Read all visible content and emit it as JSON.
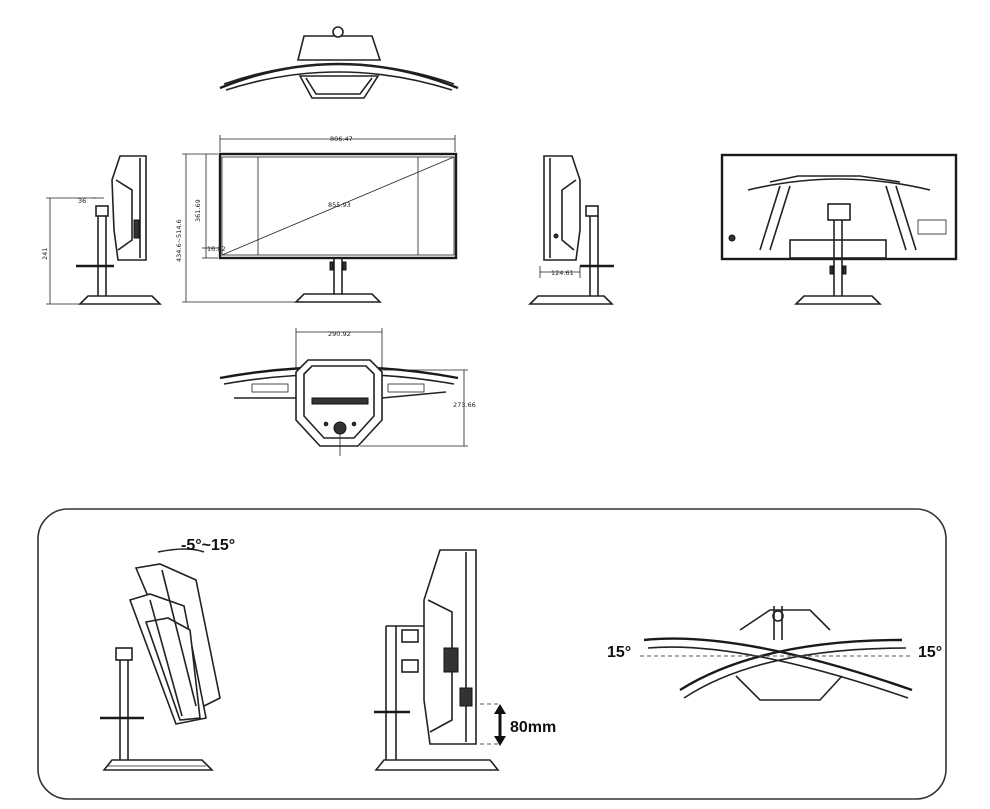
{
  "dimensions": {
    "width": "806.47",
    "diagonal": "855.93",
    "screen_top_offset": "361.69",
    "bottom_gap": "16.82",
    "height_range": "434.6~514.6",
    "stand_offset": "36",
    "side_height": "241",
    "stand_depth": "124.61",
    "base_width": "290.92",
    "base_depth": "273.66"
  },
  "adjustments": {
    "tilt": "-5°~15°",
    "height": "80mm",
    "swivel_left": "15°",
    "swivel_right": "15°"
  }
}
